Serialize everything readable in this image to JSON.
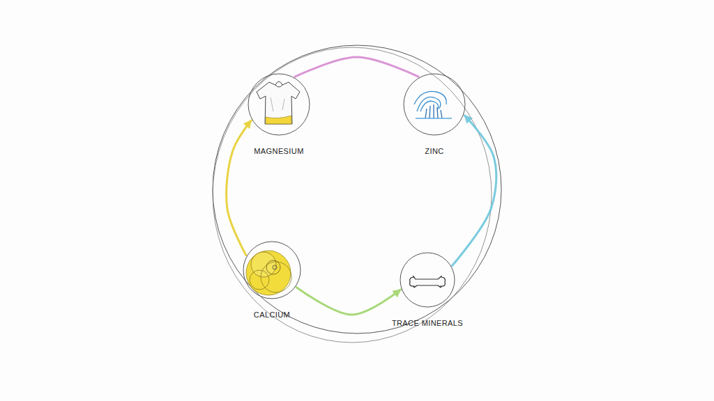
{
  "diagram": {
    "nodes": [
      {
        "text": [
          "MAGNESIUM"
        ]
      },
      {
        "text": [
          "ZINC"
        ]
      },
      {
        "text": [
          "CALCIUM"
        ]
      },
      {
        "text": [
          "TRACE MINERALS"
        ]
      }
    ],
    "edges": [
      {
        "from": 2,
        "to": 0,
        "arrow": "to"
      },
      {
        "from": 0,
        "to": 1,
        "arrow": "none"
      },
      {
        "from": 2,
        "to": 3,
        "arrow": "to"
      },
      {
        "from": 3,
        "to": 1,
        "arrow": "to"
      }
    ]
  }
}
